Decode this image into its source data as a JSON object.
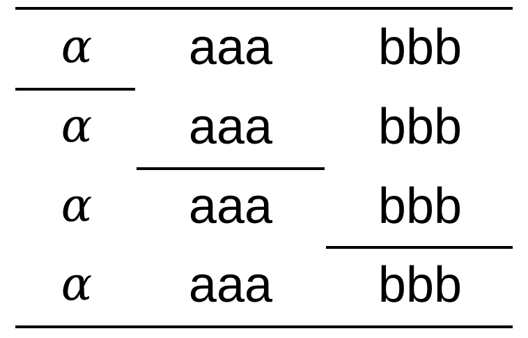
{
  "table": {
    "rows": [
      [
        "α",
        "aaa",
        "bbb"
      ],
      [
        "α",
        "aaa",
        "bbb"
      ],
      [
        "α",
        "aaa",
        "bbb"
      ],
      [
        "α",
        "aaa",
        "bbb"
      ]
    ]
  }
}
